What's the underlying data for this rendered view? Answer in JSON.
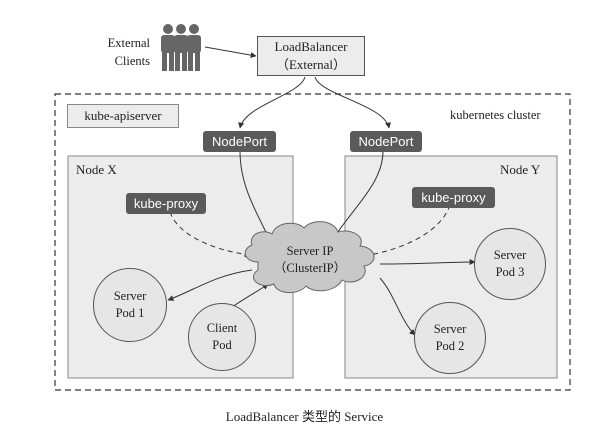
{
  "external_clients": {
    "line1": "External",
    "line2": "Clients"
  },
  "load_balancer": {
    "line1": "LoadBalancer",
    "line2": "（External）"
  },
  "cluster": {
    "label": "kubernetes cluster"
  },
  "apiserver": {
    "label": "kube-apiserver"
  },
  "nodeport_left": {
    "label": "NodePort"
  },
  "nodeport_right": {
    "label": "NodePort"
  },
  "node_x": {
    "title": "Node X",
    "kube_proxy": "kube-proxy"
  },
  "node_y": {
    "title": "Node Y",
    "kube_proxy": "kube-proxy"
  },
  "service_ip": {
    "line1": "Server IP",
    "line2": "（ClusterIP）"
  },
  "pods": {
    "server_pod_1": {
      "line1": "Server",
      "line2": "Pod 1"
    },
    "client_pod": {
      "line1": "Client",
      "line2": "Pod"
    },
    "server_pod_2": {
      "line1": "Server",
      "line2": "Pod 2"
    },
    "server_pod_3": {
      "line1": "Server",
      "line2": "Pod 3"
    }
  },
  "caption": "LoadBalancer 类型的 Service",
  "colors": {
    "node_fill": "#ececec",
    "tag_fill": "#5a5a5a",
    "cloud_fill": "#c8c8c8",
    "pod_fill": "#e6e6e6"
  }
}
